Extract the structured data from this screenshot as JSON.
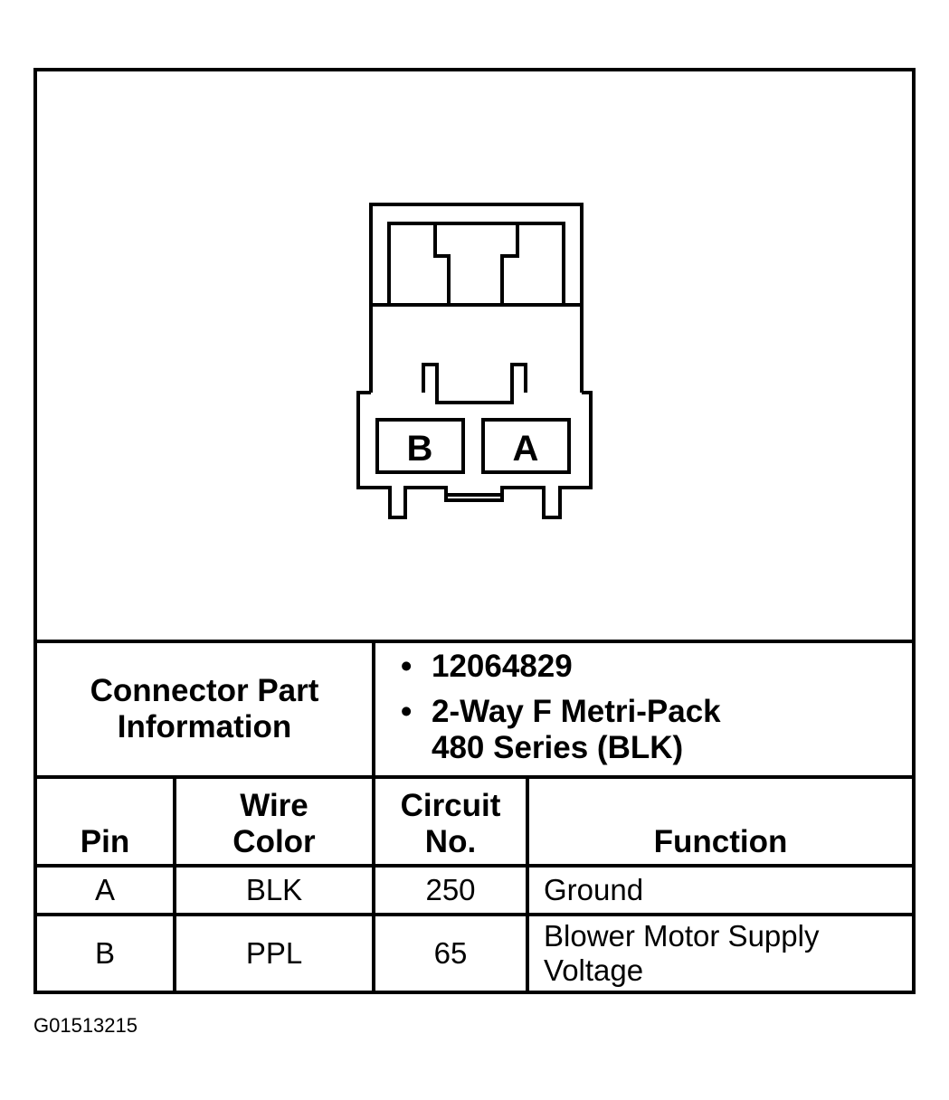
{
  "connector_diagram": {
    "pins": [
      "B",
      "A"
    ]
  },
  "connector_part_info": {
    "label_line1": "Connector Part",
    "label_line2": "Information",
    "bullet": "•",
    "items": [
      {
        "line1": "12064829",
        "line2": ""
      },
      {
        "line1": "2-Way F Metri-Pack",
        "line2": "480 Series (BLK)"
      }
    ]
  },
  "pin_table": {
    "headers": {
      "pin": "Pin",
      "wire_color_line1": "Wire",
      "wire_color_line2": "Color",
      "circuit_line1": "Circuit",
      "circuit_line2": "No.",
      "function": "Function"
    },
    "rows": [
      {
        "pin": "A",
        "wire_color": "BLK",
        "circuit": "250",
        "function_line1": "Ground",
        "function_line2": ""
      },
      {
        "pin": "B",
        "wire_color": "PPL",
        "circuit": "65",
        "function_line1": "Blower Motor Supply",
        "function_line2": "Voltage"
      }
    ]
  },
  "figure_id": "G01513215"
}
